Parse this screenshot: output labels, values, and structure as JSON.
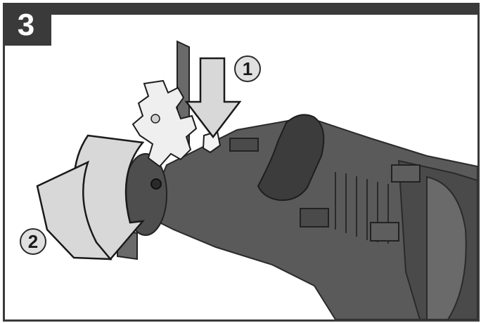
{
  "step": {
    "number": "3"
  },
  "callouts": [
    {
      "label": "1"
    },
    {
      "label": "2"
    }
  ],
  "colors": {
    "frame": "#3a3a3a",
    "tool_body": "#5a5a5a",
    "tool_dark": "#3c3c3c",
    "arrow_fill": "#d8d8d8",
    "clamp_fill": "#efefef"
  },
  "icons": [
    "press-down-arrow-icon",
    "rotate-arrow-icon",
    "saw-blade-clamp-icon"
  ]
}
